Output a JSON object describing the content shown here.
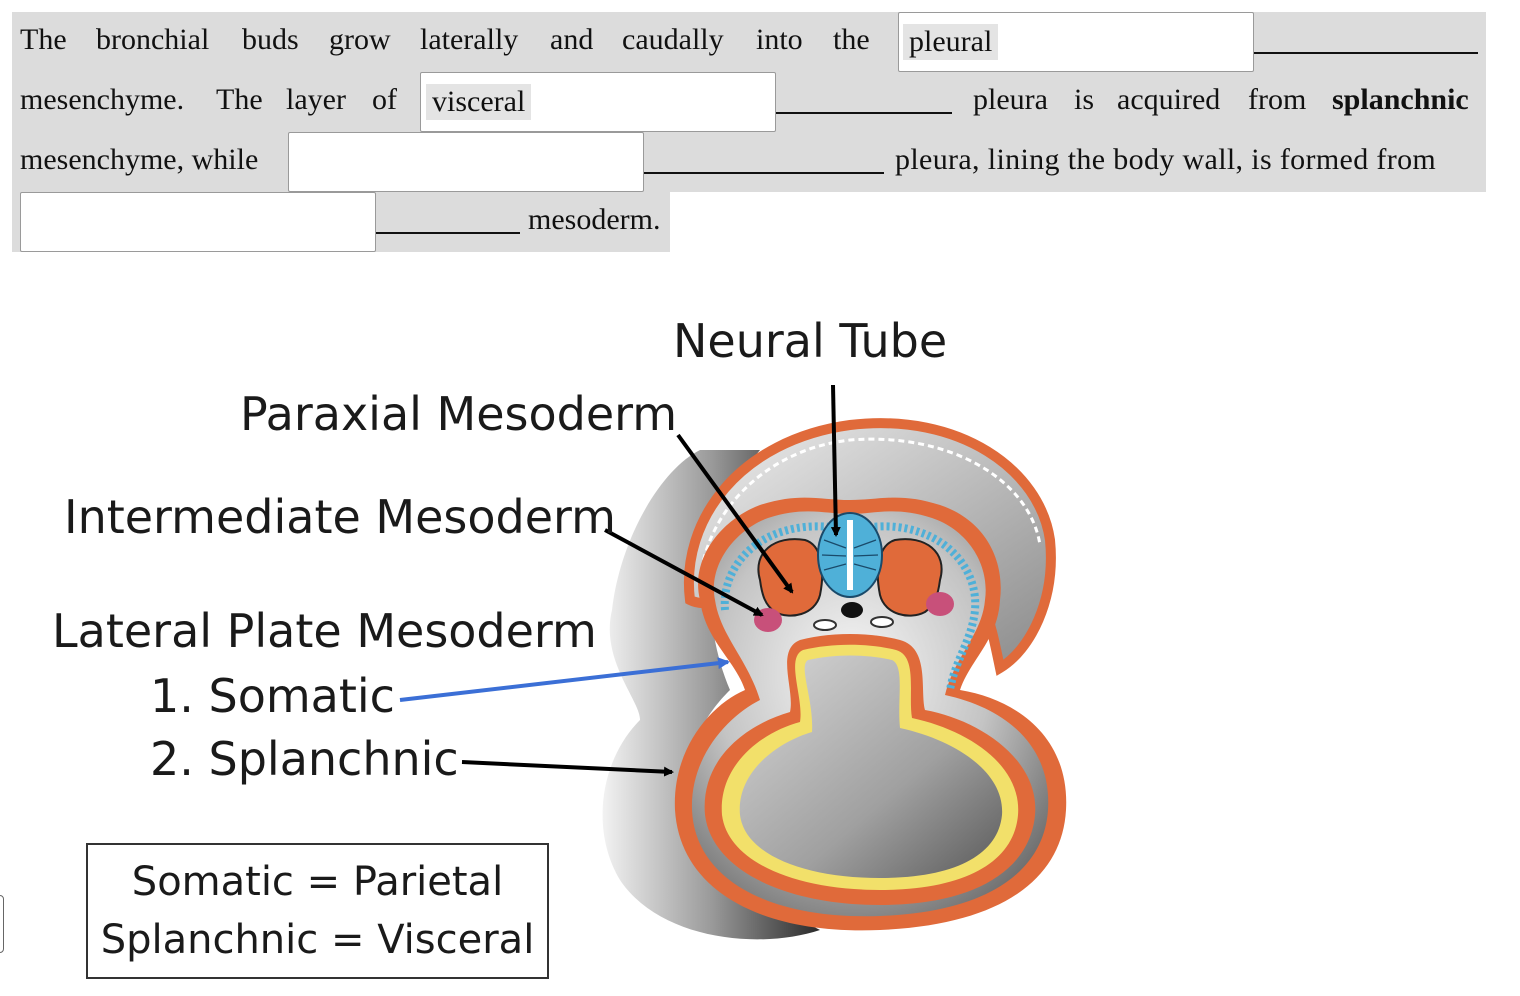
{
  "question": {
    "line1": {
      "words": [
        "The",
        "bronchial",
        "buds",
        "grow",
        "laterally",
        "and",
        "caudally",
        "into",
        "the"
      ]
    },
    "blank1": {
      "value": "pleural"
    },
    "line2": {
      "start": [
        "mesenchyme.",
        "The",
        "layer",
        "of"
      ],
      "end": [
        "pleura",
        "is",
        "acquired",
        "from"
      ],
      "bold_word": "splanchnic"
    },
    "blank2": {
      "value": "visceral"
    },
    "line3": {
      "start": "mesenchyme, while",
      "end": "pleura, lining the body wall, is formed from"
    },
    "blank3": {
      "value": ""
    },
    "line4": {
      "end": "mesoderm."
    },
    "blank4": {
      "value": ""
    }
  },
  "figure": {
    "labels": {
      "neural_tube": "Neural Tube",
      "paraxial": "Paraxial Mesoderm",
      "intermediate": "Intermediate Mesoderm",
      "lateral_plate": "Lateral Plate Mesoderm",
      "somatic": "1. Somatic",
      "splanchnic": "2. Splanchnic"
    },
    "legend": {
      "line1": "Somatic = Parietal",
      "line2": "Splanchnic = Visceral"
    },
    "colors": {
      "mesoderm": "#e06a3a",
      "neural_tube": "#4fb0d8",
      "somatic_arrow": "#3b6fd6",
      "intermediate": "#c8507a",
      "endoderm": "#f2e06a"
    }
  }
}
